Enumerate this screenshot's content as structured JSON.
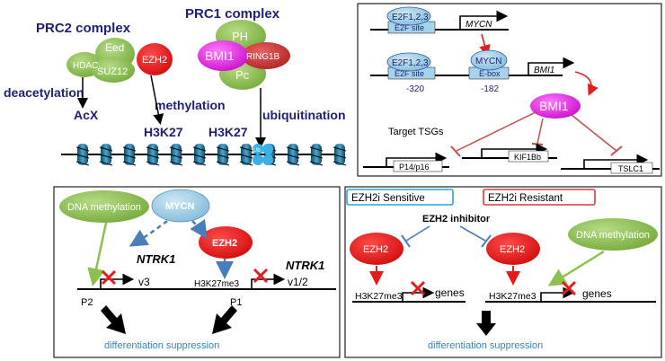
{
  "prc2": {
    "title": "PRC2 complex",
    "hdac": "HDAC",
    "eed": "Eed",
    "suz12": "SUZ12",
    "ezh2": "EZH2",
    "deacetylation": "deacetylation",
    "acx": "AcX",
    "methylation": "methylation",
    "h3k27_a": "H3K27",
    "h3k27_b": "H3K27"
  },
  "prc1": {
    "title": "PRC1 complex",
    "ph": "PH",
    "bmi1": "BMI1",
    "ring1b": "RING1B",
    "pc": "Pc",
    "ubiquitination": "ubiquitination",
    "ub": "Ub"
  },
  "mycn_panel": {
    "e2f_1": "E2F1,2,3",
    "e2f_site_1": "E2F site",
    "mycn_gene": "MYCN",
    "e2f_2": "E2F1,2,3",
    "e2f_site_2": "E2F site",
    "mycn_protein": "MYCN",
    "ebox": "E-box",
    "bmi1_gene": "BMI1",
    "pos_320": "-320",
    "pos_182": "-182",
    "bmi1_protein": "BMI1",
    "target_tsgs": "Target TSGs",
    "p14": "P14/p16",
    "kif1bb": "KIF1Bb",
    "tslc1": "TSLC1"
  },
  "ntrk_panel": {
    "dna_methylation": "DNA methylation",
    "mycn": "MYCN",
    "ezh2": "EZH2",
    "ntrk1_left": "NTRK1",
    "v3": "v3",
    "ntrk1_right": "NTRK1",
    "v12": "v1/2",
    "h3k27me3": "H3K27me3",
    "p2": "P2",
    "p1": "P1",
    "outcome": "differentiation suppression"
  },
  "ezh2i_panel": {
    "sensitive": "EZH2i Sensitive",
    "resistant": "EZH2i Resistant",
    "inhibitor": "EZH2 inhibitor",
    "ezh2_left": "EZH2",
    "ezh2_right": "EZH2",
    "dna_methylation": "DNA methylation",
    "h3k27me3_left": "H3K27me3",
    "genes_left": "genes",
    "h3k27me3_right": "H3K27me3",
    "genes_right": "genes",
    "outcome": "differentiation suppression"
  },
  "colors": {
    "navy": "#1f1f7a",
    "green": "#8cc152",
    "red": "#e51c1c",
    "light_blue": "#9ccbe3",
    "blue_arrow": "#4a7ebb",
    "bmi1_magenta": "#e01ee0",
    "box_sensitive": "#29a3d6",
    "box_resistant": "#d93a3a"
  }
}
